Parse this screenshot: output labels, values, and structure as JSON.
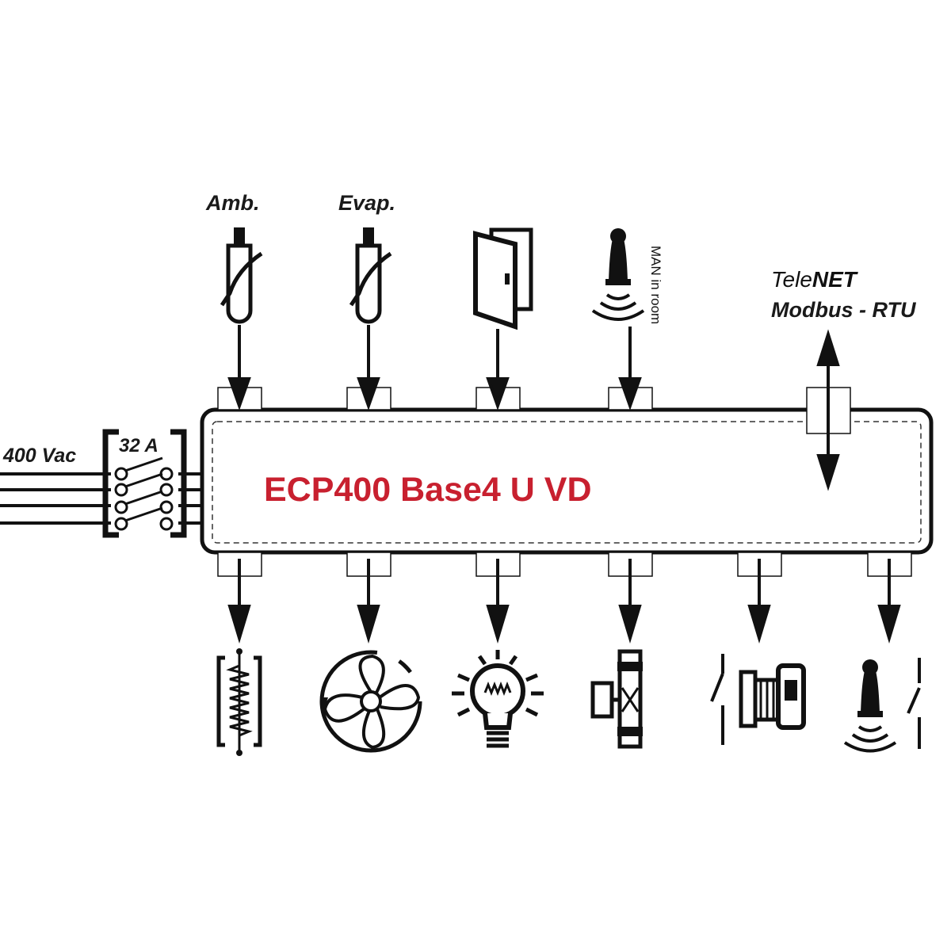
{
  "controller": {
    "title": "ECP400 Base4 U VD",
    "title_color": "#c8202f"
  },
  "power": {
    "voltage_label": "400 Vac",
    "breaker_label": "32 A"
  },
  "inputs": [
    {
      "label": "Amb.",
      "icon": "temperature-probe-icon"
    },
    {
      "label": "Evap.",
      "icon": "temperature-probe-icon"
    },
    {
      "label": "",
      "icon": "door-switch-icon"
    },
    {
      "label": "MAN in room",
      "icon": "man-in-room-alarm-icon"
    }
  ],
  "communication": {
    "line1_normal": "Tele",
    "line1_bold": "NET",
    "line2": "Modbus - RTU"
  },
  "outputs": [
    {
      "icon": "heater-resistance-icon"
    },
    {
      "icon": "fan-icon"
    },
    {
      "icon": "light-bulb-icon"
    },
    {
      "icon": "solenoid-valve-icon"
    },
    {
      "icon": "compressor-relay-icon"
    },
    {
      "icon": "alarm-relay-icon"
    }
  ]
}
